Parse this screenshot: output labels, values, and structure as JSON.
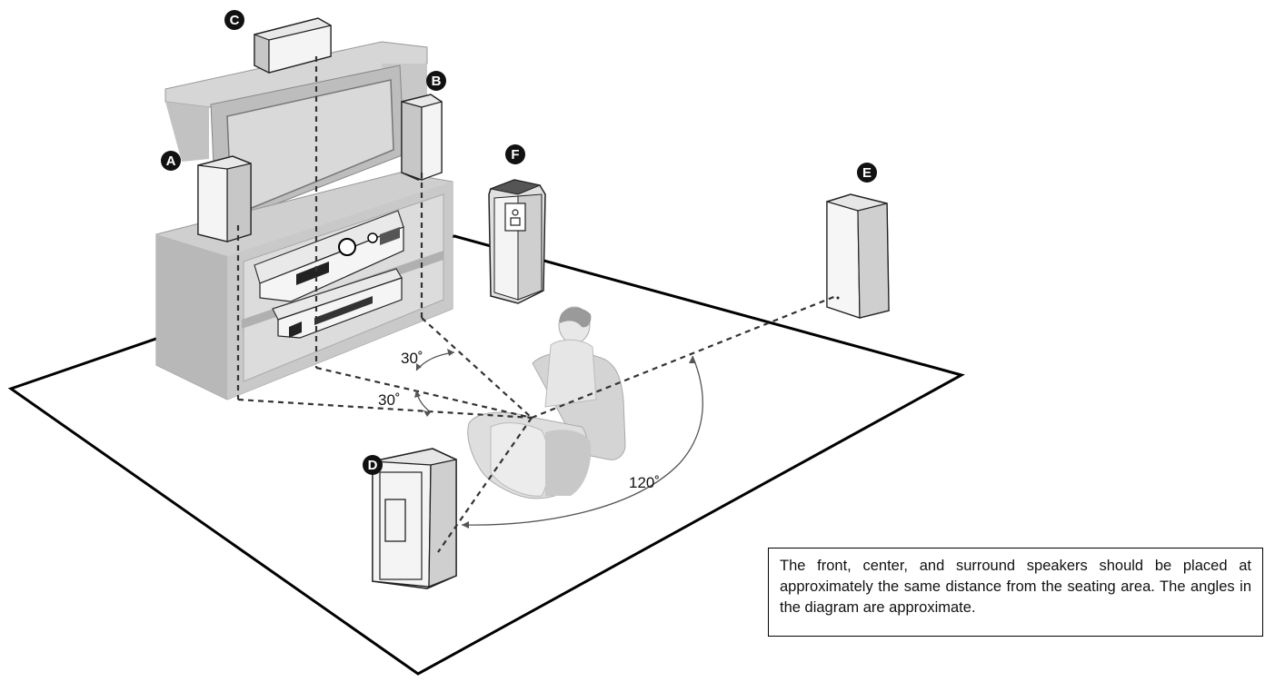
{
  "speakers": {
    "a": "A",
    "b": "B",
    "c": "C",
    "d": "D",
    "e": "E",
    "f": "F"
  },
  "angles": {
    "front_upper": "30˚",
    "front_lower": "30˚",
    "surround": "120˚"
  },
  "note": "The front, center, and surround speakers should be placed at approximately the same distance from the seating area. The angles in the diagram are approximate.",
  "colors": {
    "line": "#000000",
    "furniture": "#c9c9c9",
    "furniture_dark": "#a9a9a9",
    "speaker_face": "#f2f2f2",
    "speaker_side": "#bdbdbd",
    "badge": "#111111"
  }
}
